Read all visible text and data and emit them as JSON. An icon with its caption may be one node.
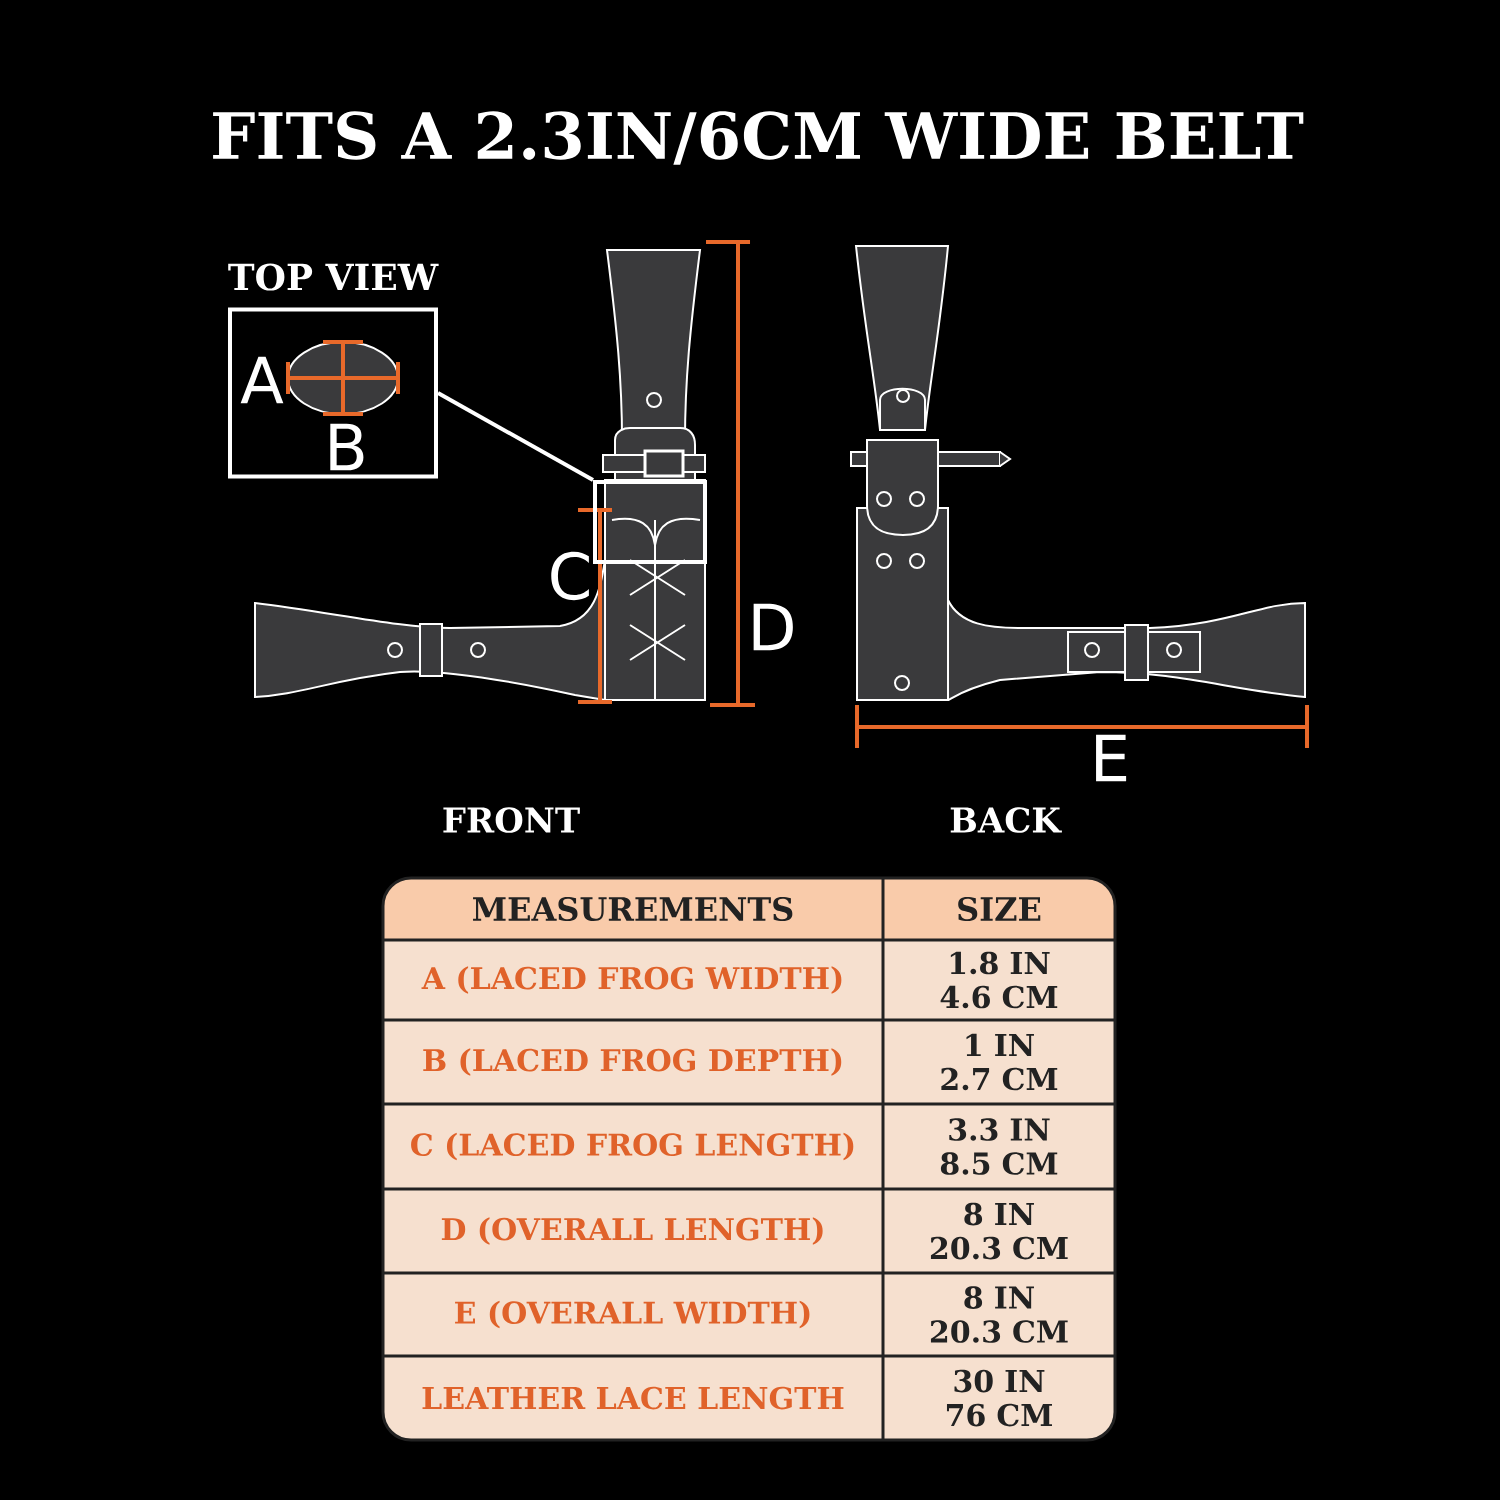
{
  "diagram": {
    "title": "FITS A 2.3IN/6CM WIDE BELT",
    "nodes": [
      {
        "text": [
          "TOP VIEW"
        ]
      },
      {
        "text": [],
        "shape": "box"
      }
    ],
    "edges": [
      {
        "from": 0,
        "to": 1,
        "arrow": "none"
      }
    ],
    "labels": [
      "A",
      "B",
      "C",
      "D",
      "E",
      "FRONT",
      "BACK",
      "MEASUREMENTS",
      "SIZE",
      "A (LACED FROG WIDTH)",
      "1.8 IN 4.6 CM",
      "B (LACED FROG DEPTH)",
      "1 IN 2.7 CM",
      "C (LACED FROG LENGTH)",
      "3.3 IN 8.5 CM",
      "D (OVERALL LENGTH)",
      "8 IN 20.3 CM",
      "E (OVERALL WIDTH)",
      "8 IN 20.3 CM",
      "LEATHER LACE LENGTH",
      "30 IN 76 CM"
    ]
  }
}
